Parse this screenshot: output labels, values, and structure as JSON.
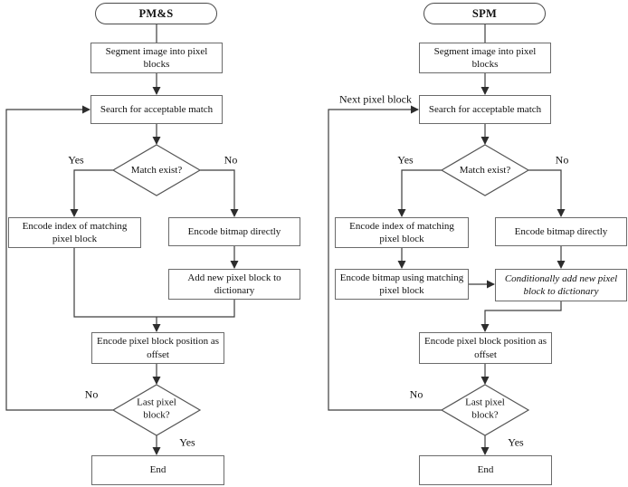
{
  "figure": {
    "background_color": "#ffffff",
    "line_color": "#3d3d3d",
    "box_border_color": "#6b6b6b",
    "text_color": "#111111"
  },
  "pms": {
    "title": "PM&S",
    "nodes": {
      "segment": "Segment image into pixel blocks",
      "search": "Search for acceptable match",
      "match_exist": "Match exist?",
      "encode_index": "Encode index of matching pixel block",
      "encode_bitmap_directly": "Encode bitmap directly",
      "add_new_block": "Add new pixel block to dictionary",
      "encode_position": "Encode pixel block position as offset",
      "last_block": "Last pixel block?",
      "end": "End"
    },
    "labels": {
      "match_yes": "Yes",
      "match_no": "No",
      "last_no": "No",
      "last_yes": "Yes"
    }
  },
  "spm": {
    "title": "SPM",
    "nodes": {
      "segment": "Segment image into pixel blocks",
      "search": "Search for acceptable match",
      "match_exist": "Match exist?",
      "encode_index": "Encode index of matching pixel block",
      "encode_bitmap_matching": "Encode bitmap using matching pixel block",
      "encode_bitmap_directly": "Encode bitmap directly",
      "conditionally_add": "Conditionally add new pixel block to dictionary",
      "encode_position": "Encode pixel block position as offset",
      "last_block": "Last pixel block?",
      "end": "End"
    },
    "labels": {
      "next_block": "Next pixel block",
      "match_yes": "Yes",
      "match_no": "No",
      "last_no": "No",
      "last_yes": "Yes"
    }
  }
}
